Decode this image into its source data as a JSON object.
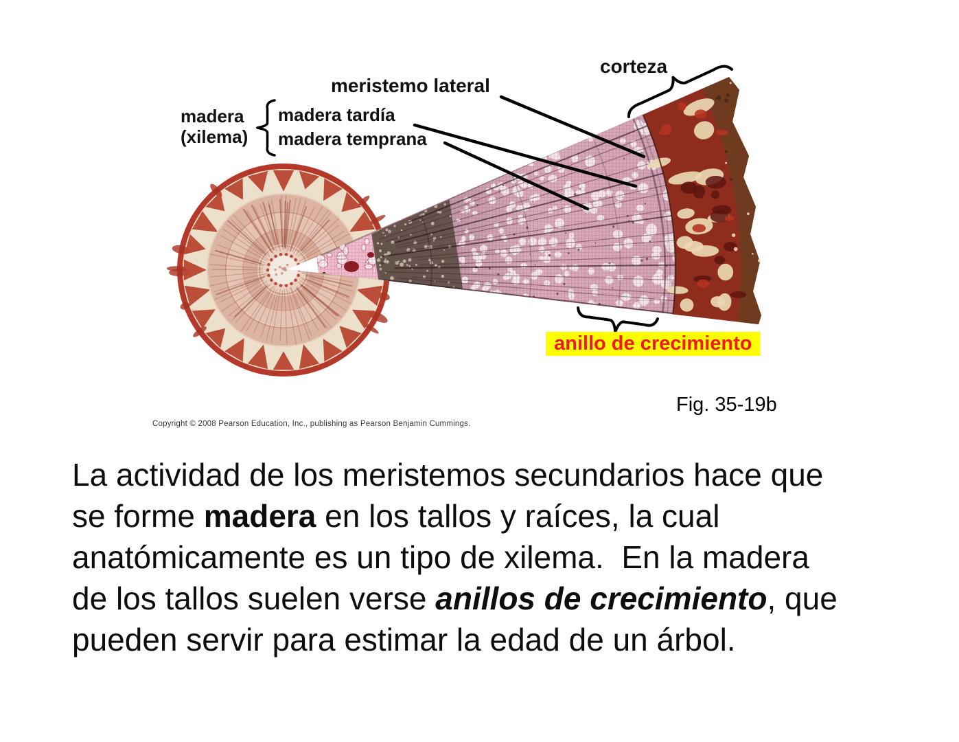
{
  "slide": {
    "background": "#ffffff"
  },
  "figure": {
    "labels": {
      "corteza": "corteza",
      "meristemo_lateral": "meristemo lateral",
      "madera": "madera",
      "xilema": "(xilema)",
      "madera_tardia": "madera tardía",
      "madera_temprana": "madera temprana",
      "anillo": "anillo de crecimiento",
      "fig_ref": "Fig. 35-19b",
      "copyright": "Copyright © 2008 Pearson Education, Inc., publishing as Pearson Benjamin Cummings."
    },
    "colors": {
      "highlight_bg": "#ffff00",
      "highlight_text": "#ed1c24",
      "label_text": "#111111",
      "line_black": "#000000",
      "rim_red": "#b5392b",
      "phloem_red": "#b8462f",
      "cortex_cream": "#ece0cb",
      "ring_light": "#e9cfc0",
      "ring_mid": "#dcb5a2",
      "pith": "#f4e9e1",
      "xylem_pink": "#d7aaba",
      "vessel_light": "#f6e9ee",
      "pith_pink": "#f2bcce",
      "cambium_gray": "#564b40",
      "bark_red": "#8e2c1d",
      "bark_cream": "#ecd9b4",
      "bark_crust": "#6e3b1f",
      "bark_dark": "#4a2a16"
    }
  },
  "paragraph": {
    "lines": [
      [
        {
          "t": "La actividad de los meristemos secundarios hace que"
        }
      ],
      [
        {
          "t": "se forme "
        },
        {
          "t": "madera",
          "s": "b"
        },
        {
          "t": " en los tallos y raíces, la cual"
        }
      ],
      [
        {
          "t": "anatómicamente es un tipo de xilema.  En la madera"
        }
      ],
      [
        {
          "t": "de los tallos suelen verse "
        },
        {
          "t": "anillos de crecimiento",
          "s": "bi"
        },
        {
          "t": ", que"
        }
      ],
      [
        {
          "t": "pueden servir para estimar la edad de un árbol."
        }
      ]
    ]
  }
}
